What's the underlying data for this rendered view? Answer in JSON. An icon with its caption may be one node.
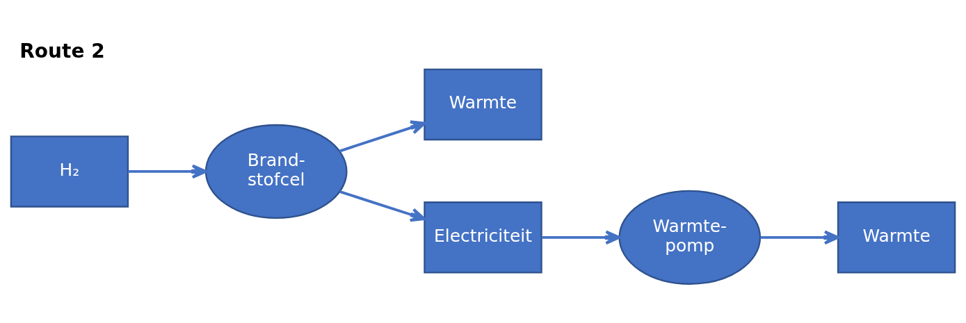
{
  "diagram": {
    "title": "Route 2",
    "nodes": [
      {
        "text": [
          "H₂"
        ]
      },
      {
        "text": [
          "Brand- stofcel"
        ]
      },
      {
        "text": [
          "Warmte"
        ]
      },
      {
        "text": [
          "Electriciteit"
        ]
      },
      {
        "text": [
          "Warmte- pomp"
        ]
      },
      {
        "text": [
          "Warmte"
        ]
      }
    ],
    "edges": [
      {
        "from": 0,
        "to": 1,
        "arrow": "to"
      },
      {
        "from": 1,
        "to": 2,
        "arrow": "to"
      },
      {
        "from": 1,
        "to": 3,
        "arrow": "to"
      },
      {
        "from": 3,
        "to": 4,
        "arrow": "to"
      },
      {
        "from": 4,
        "to": 5,
        "arrow": "to"
      }
    ]
  }
}
